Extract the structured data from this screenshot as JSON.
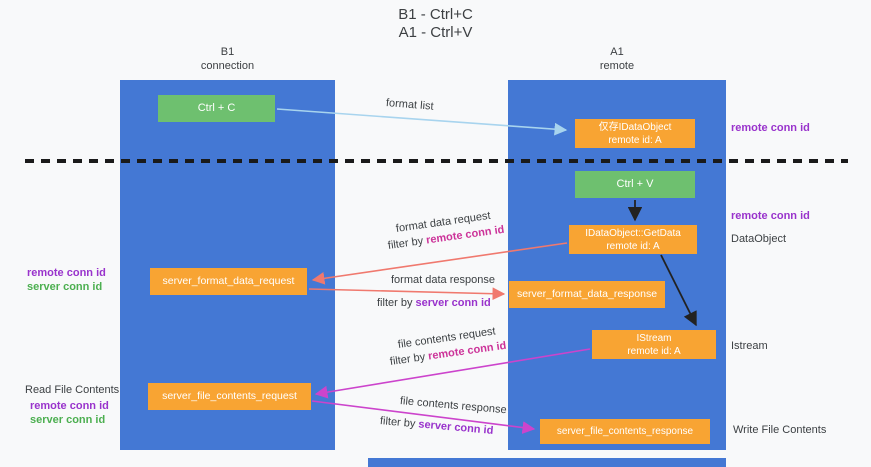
{
  "title": {
    "line1": "B1 - Ctrl+C",
    "line2": "A1 - Ctrl+V"
  },
  "lifelines": {
    "left": {
      "name": "B1",
      "role": "connection"
    },
    "right": {
      "name": "A1",
      "role": "remote"
    }
  },
  "boxes": {
    "ctrl_c": "Ctrl + C",
    "ctrl_v": "Ctrl + V",
    "idataobject_line1": "仅存IDataObject",
    "idataobject_line2": "remote id: A",
    "getdata_line1": "IDataObject::GetData",
    "getdata_line2": "remote id: A",
    "istream_line1": "IStream",
    "istream_line2": "remote id: A",
    "format_request": "server_format_data_request",
    "format_response": "server_format_data_response",
    "file_request": "server_file_contents_request",
    "file_response": "server_file_contents_response"
  },
  "arrow_labels": {
    "format_list": "format list",
    "format_data_request": "format data request",
    "format_data_response": "format data response",
    "file_contents_request": "file contents request",
    "file_contents_response": "file contents response",
    "filter_by": "filter by",
    "remote_conn_id": "remote conn id",
    "server_conn_id": "server conn id"
  },
  "side_labels": {
    "remote_conn_id": "remote conn id",
    "server_conn_id": "server conn id",
    "dataobject": "DataObject",
    "istream": "Istream",
    "read_file_contents": "Read File Contents",
    "write_file_contents": "Write File Contents"
  },
  "colors": {
    "lifeline_blue": "#4478d4",
    "box_green": "#6ec06f",
    "box_orange": "#f8a433",
    "purple_text": "#9933cc",
    "green_text": "#4caf50",
    "pink_text": "#cc3399",
    "arrow_blue": "#a8d4ee",
    "arrow_salmon": "#f0796e",
    "arrow_magenta": "#cc44cc",
    "arrow_black": "#222222"
  }
}
